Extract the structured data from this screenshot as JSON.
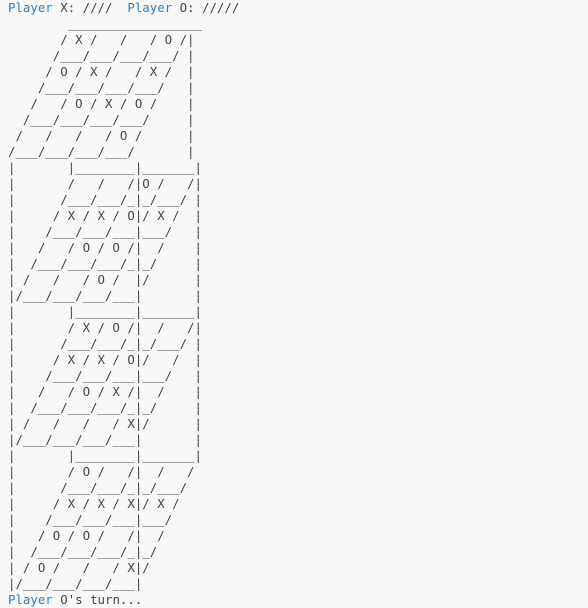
{
  "status": {
    "player_x_label": "Player",
    "player_x_name": "X:",
    "player_x_score": "////",
    "player_o_label": "Player",
    "player_o_name": "O:",
    "player_o_score": "/////"
  },
  "board": {
    "lines": [
      "        __________________",
      "       / X /   /   / O /|",
      "      /___/___/___/___/ |",
      "     / O / X /   / X /  |",
      "    /___/___/___/___/   |",
      "   /   / O / X / O /    |",
      "  /___/___/___/___/     |",
      " /   /   /   / O /      |",
      "/___/___/___/___/       |",
      "|       |________|_______|",
      "|       /   /   /|O /   /|",
      "|      /___/___/_|_/___/ |",
      "|     / X / X / O|/ X /  |",
      "|    /___/___/___|___/   |",
      "|   /   / O / O /|  /    |",
      "|  /___/___/___/_|_/     |",
      "| /   /   / O /  |/      |",
      "|/___/___/___/___|       |",
      "|       |________|_______|",
      "|       / X / O /|  /   /|",
      "|      /___/___/_|_/___/ |",
      "|     / X / X / O|/   /  |",
      "|    /___/___/___|___/   |",
      "|   /   / O / X /|  /    |",
      "|  /___/___/___/_|_/     |",
      "| /   /   /   / X|/      |",
      "|/___/___/___/___|       |",
      "|       |________|_______|",
      "|       / O /   /|  /   /",
      "|      /___/___/_|_/___/",
      "|     / X / X / X|/ X /",
      "|    /___/___/___|___/",
      "|   / O / O /   /|  /",
      "|  /___/___/___/_|_/",
      "| / O /   /   / X|/",
      "|/___/___/___/___|"
    ]
  },
  "footer": {
    "label": "Player",
    "turn_text": "O's turn..."
  }
}
